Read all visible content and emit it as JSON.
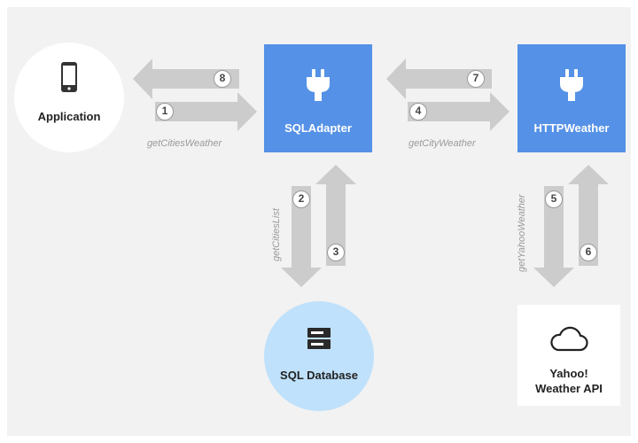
{
  "colors": {
    "background": "#f2f2f2",
    "arrow": "#cccccc",
    "adapter_blue": "#5591e6",
    "database_light_blue": "#bfe1fb",
    "node_white": "#ffffff",
    "text_dark": "#222222",
    "method_text": "#9a9a9a"
  },
  "nodes": {
    "application": {
      "label": "Application",
      "icon": "smartphone-icon"
    },
    "sql_adapter": {
      "label": "SQLAdapter",
      "icon": "plug-icon"
    },
    "http_weather": {
      "label": "HTTPWeather",
      "icon": "plug-icon"
    },
    "sql_database": {
      "label": "SQL Database",
      "icon": "server-icon"
    },
    "weather_api": {
      "label_line1": "Yahoo!",
      "label_line2": "Weather API",
      "icon": "cloud-icon"
    }
  },
  "steps": [
    "1",
    "2",
    "3",
    "4",
    "5",
    "6",
    "7",
    "8"
  ],
  "methods": {
    "get_cities_weather": "getCitiesWeather",
    "get_city_weather": "getCityWeather",
    "get_cities_list": "getCitiesList",
    "get_yahoo_weather": "getYahooWeather"
  }
}
